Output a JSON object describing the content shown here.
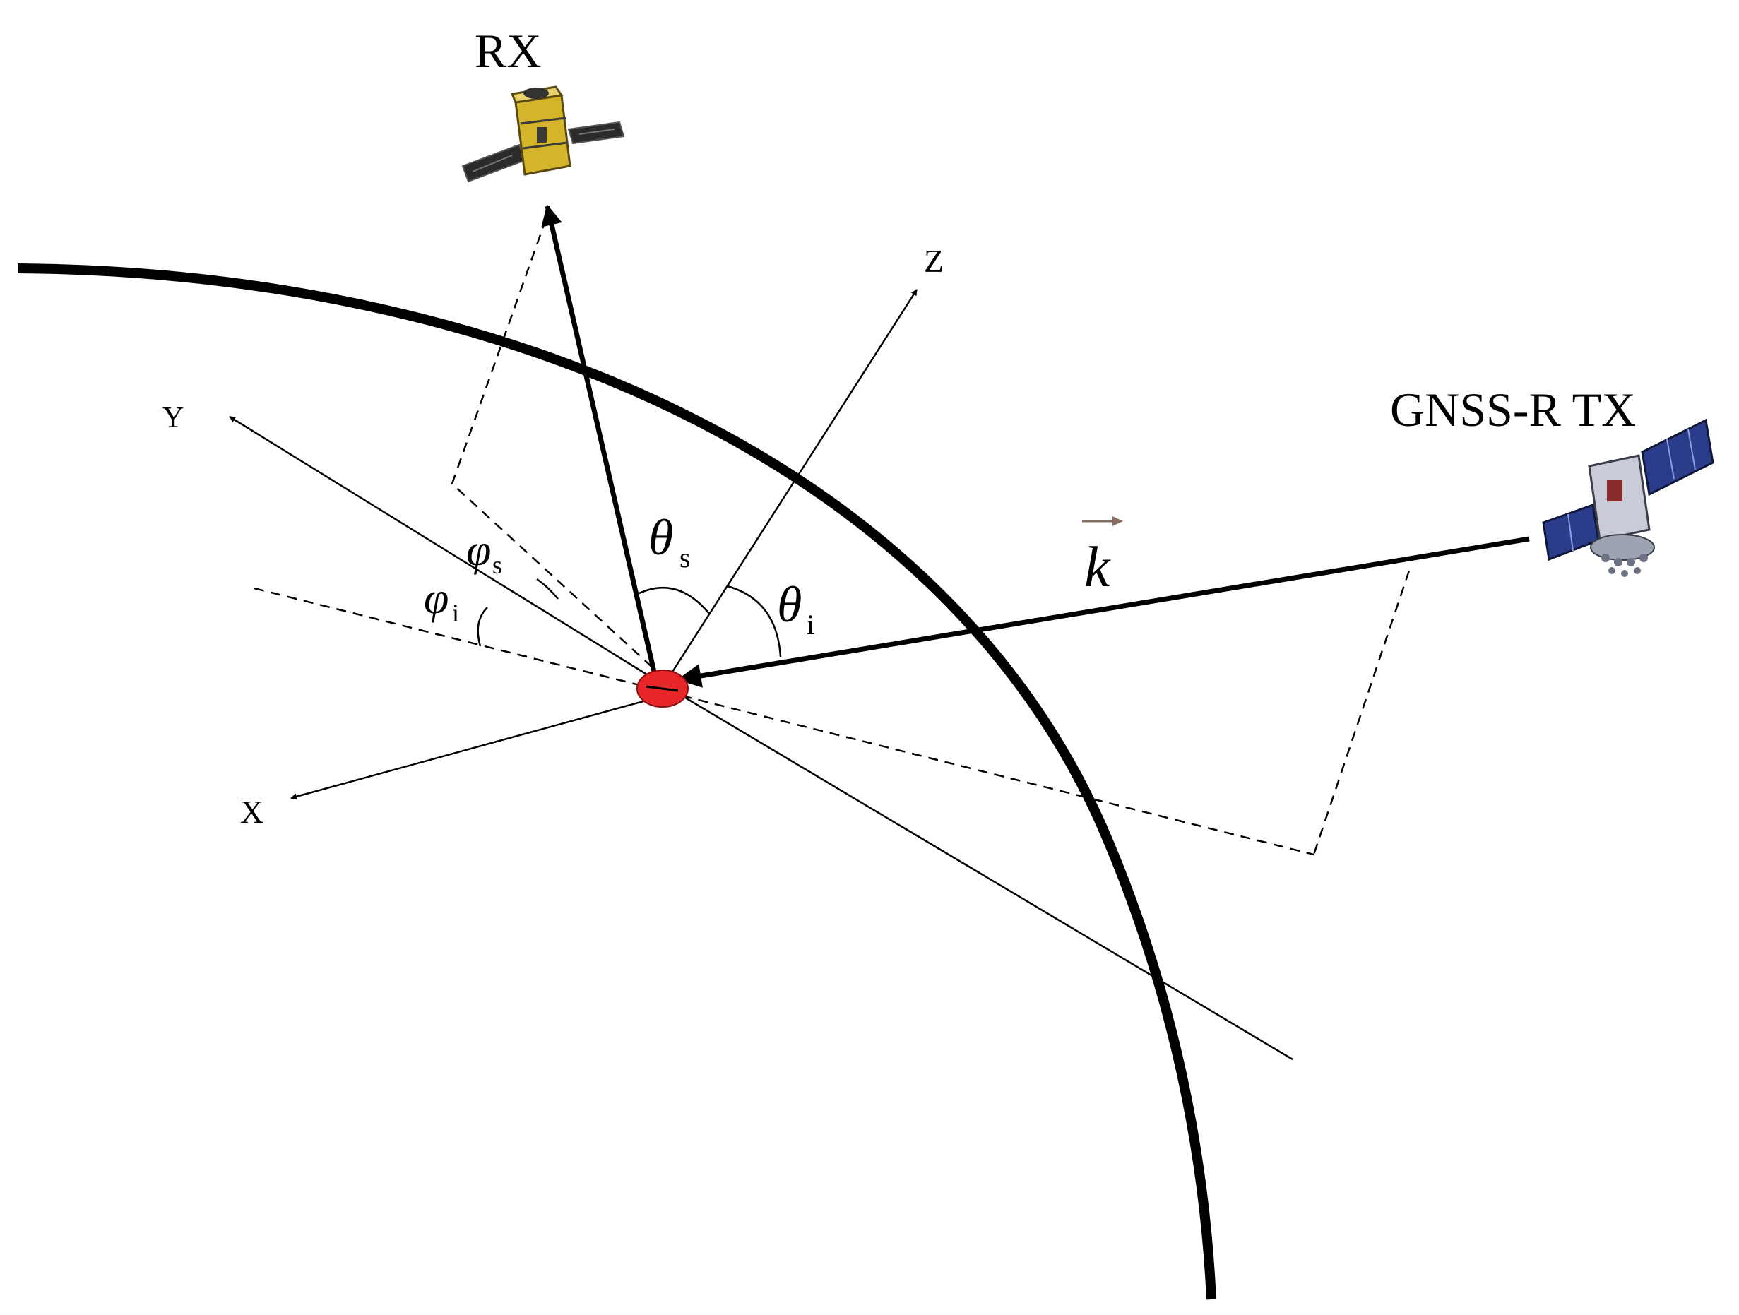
{
  "title": "",
  "labels": {
    "receiver": "RX",
    "transmitter": "GNSS-R TX",
    "axis_x": "X",
    "axis_y": "Y",
    "axis_z": "Z",
    "wave_vector": "k",
    "theta_symbol": "θ",
    "theta_s_sub": "s",
    "theta_i_sub": "i",
    "phi_symbol": "φ",
    "phi_s_sub": "s",
    "phi_i_sub": "i"
  },
  "colors": {
    "specular_point": "#e8262a",
    "satellite_rx_body": "#d4b52a",
    "satellite_tx_panel": "#2a3c8a",
    "line": "#000000"
  },
  "icons": {
    "receiver": "satellite-rx-icon",
    "transmitter": "satellite-tx-icon",
    "specular_point": "specular-point-dot"
  }
}
